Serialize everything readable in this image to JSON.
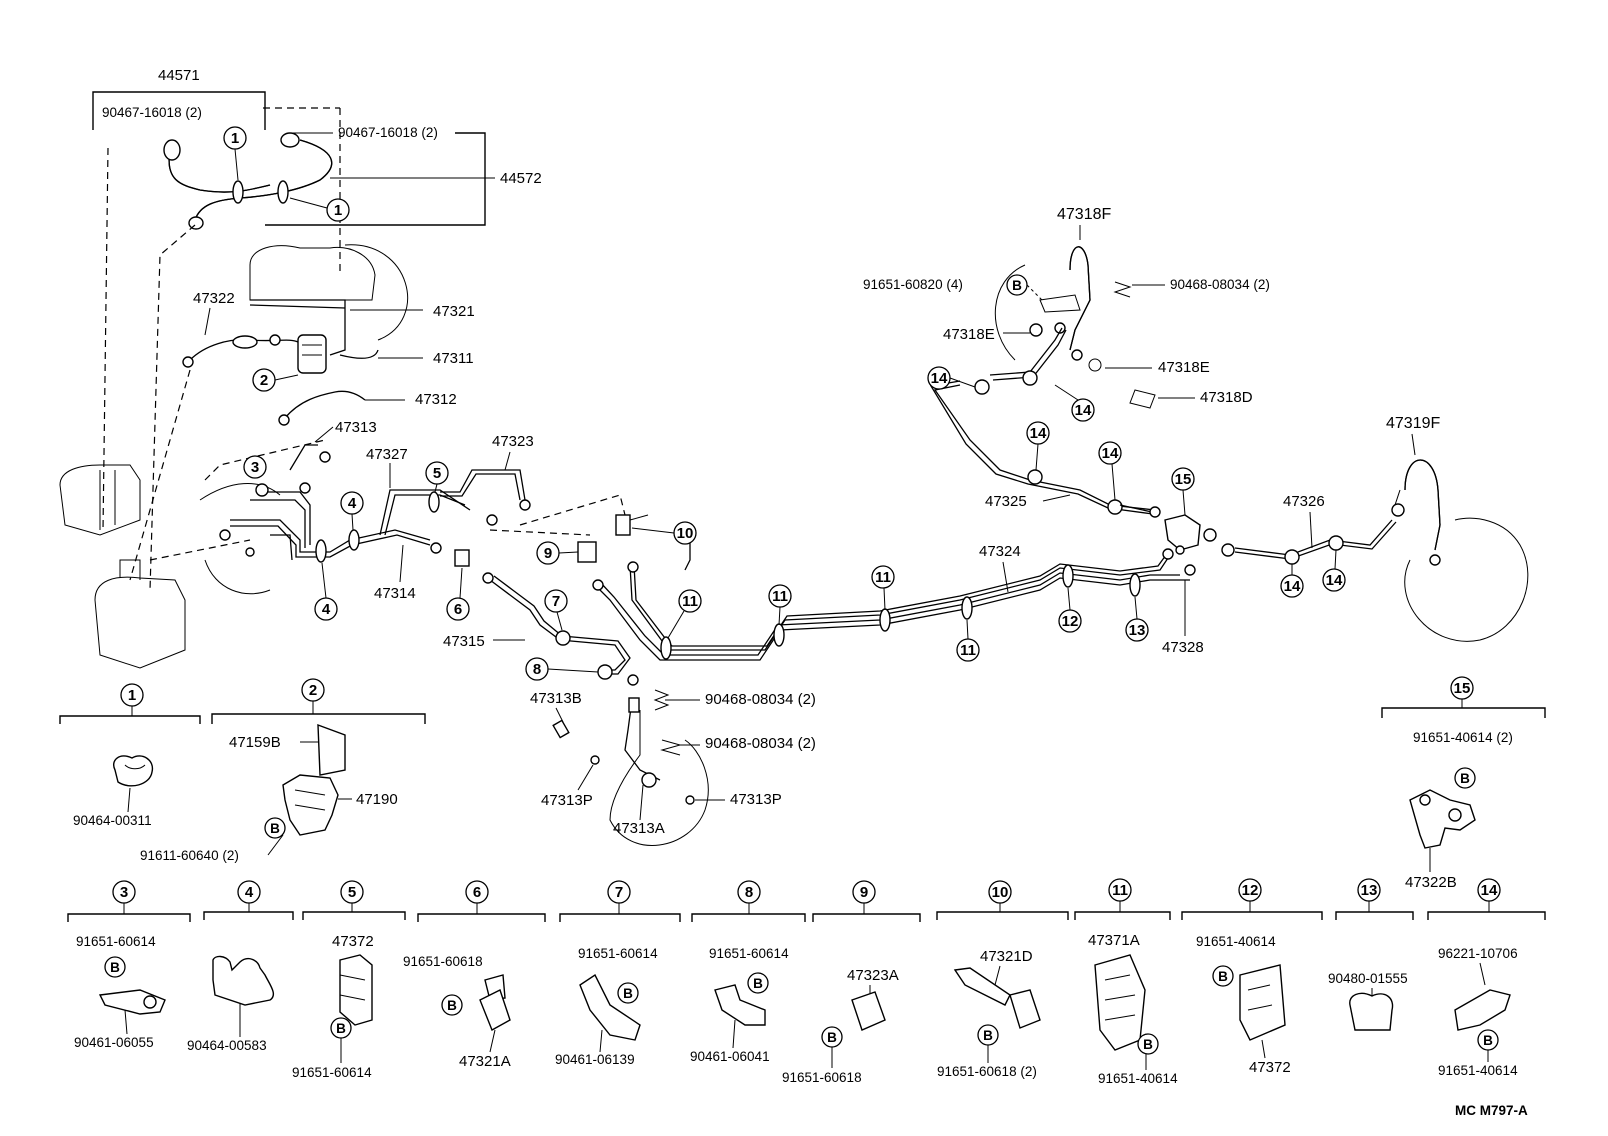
{
  "code": "MC M797-A",
  "callout_B": "B",
  "part_labels": {
    "p44571": "44571",
    "p90467a": "90467-16018 (2)",
    "p90467b": "90467-16018 (2)",
    "p44572": "44572",
    "p47322": "47322",
    "p47321": "47321",
    "p47311": "47311",
    "p47312": "47312",
    "p47313": "47313",
    "p47327": "47327",
    "p47323": "47323",
    "p47314": "47314",
    "p47315": "47315",
    "p47313B": "47313B",
    "p90468a": "90468-08034 (2)",
    "p90468b": "90468-08034 (2)",
    "p47313P_l": "47313P",
    "p47313P_r": "47313P",
    "p47313A": "47313A",
    "p47318F": "47318F",
    "p91651_60820": "91651-60820 (4)",
    "p90468c": "90468-08034 (2)",
    "p47318E_l": "47318E",
    "p47318E_r": "47318E",
    "p47318D": "47318D",
    "p47319F": "47319F",
    "p47325": "47325",
    "p47324": "47324",
    "p47326": "47326",
    "p47328": "47328"
  },
  "pipe_callouts": [
    "1",
    "1",
    "2",
    "3",
    "4",
    "4",
    "5",
    "6",
    "7",
    "8",
    "9",
    "10",
    "11",
    "11",
    "11",
    "11",
    "12",
    "13",
    "14",
    "14",
    "14",
    "14",
    "14",
    "14",
    "15"
  ],
  "detail_groups": [
    {
      "num": "1",
      "parts": [
        "90464-00311"
      ]
    },
    {
      "num": "2",
      "parts": [
        "47159B",
        "47190",
        "91611-60640 (2)"
      ]
    },
    {
      "num": "3",
      "parts": [
        "91651-60614",
        "90461-06055"
      ]
    },
    {
      "num": "4",
      "parts": [
        "90464-00583"
      ]
    },
    {
      "num": "5",
      "parts": [
        "47372",
        "91651-60614"
      ]
    },
    {
      "num": "6",
      "parts": [
        "91651-60618",
        "47321A"
      ]
    },
    {
      "num": "7",
      "parts": [
        "91651-60614",
        "90461-06139"
      ]
    },
    {
      "num": "8",
      "parts": [
        "91651-60614",
        "90461-06041"
      ]
    },
    {
      "num": "9",
      "parts": [
        "47323A",
        "91651-60618"
      ]
    },
    {
      "num": "10",
      "parts": [
        "47321D",
        "91651-60618 (2)"
      ]
    },
    {
      "num": "11",
      "parts": [
        "47371A",
        "91651-40614"
      ]
    },
    {
      "num": "12",
      "parts": [
        "91651-40614",
        "47372"
      ]
    },
    {
      "num": "13",
      "parts": [
        "90480-01555"
      ]
    },
    {
      "num": "14",
      "parts": [
        "96221-10706",
        "91651-40614"
      ]
    },
    {
      "num": "15",
      "parts": [
        "91651-40614 (2)",
        "47322B"
      ]
    }
  ]
}
